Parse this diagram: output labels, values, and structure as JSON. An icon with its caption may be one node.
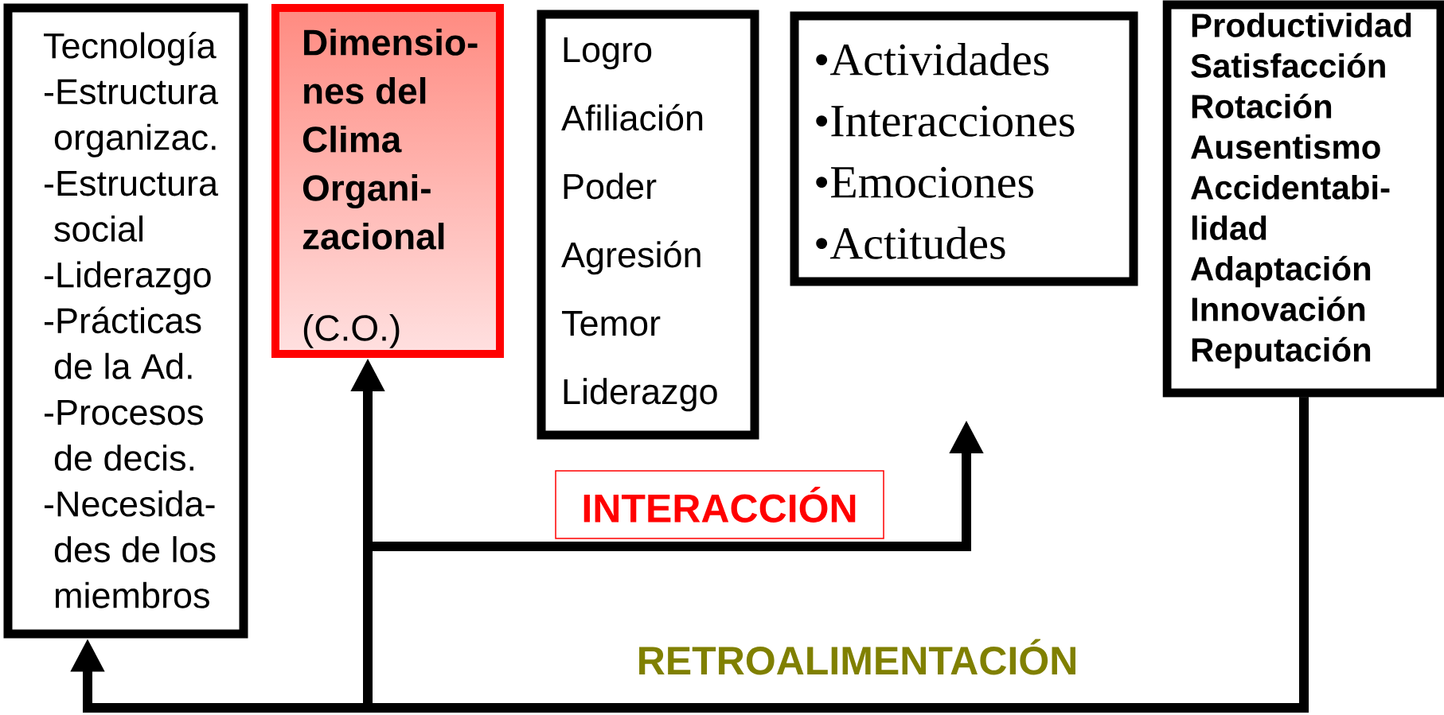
{
  "diagram": {
    "nodes": [
      {
        "text": [
          "Tecnología",
          "-Estructura organizac.",
          "-Estructura social",
          "-Liderazgo",
          "-Prácticas de la Ad.",
          "-Procesos de decis.",
          "-Necesida- des de los miembros"
        ]
      },
      {
        "text": [
          "Dimensio- nes del Clima Organi- zacional",
          "(C.O.)"
        ]
      },
      {
        "text": [
          "Logro",
          "Afiliación",
          "Poder",
          "Agresión",
          "Temor",
          "Liderazgo"
        ]
      },
      {
        "text": [
          "•Actividades",
          "•Interacciones",
          "•Emociones",
          "•Actitudes"
        ]
      },
      {
        "text": [
          "Productividad",
          "Satisfacción",
          "Rotación",
          "Ausentismo",
          "Accidentabi- lidad",
          "Adaptación",
          "Innovación",
          "Reputación"
        ]
      },
      {
        "text": [
          "INTERACCIÓN"
        ]
      }
    ],
    "edges": [
      {
        "from": 4,
        "to": 0,
        "arrow": "to"
      },
      {
        "from": 4,
        "to": 1,
        "arrow": "to"
      },
      {
        "from": 4,
        "to": null,
        "arrow": "to"
      }
    ],
    "labels": [
      "RETROALIMENTACIÓN"
    ]
  }
}
